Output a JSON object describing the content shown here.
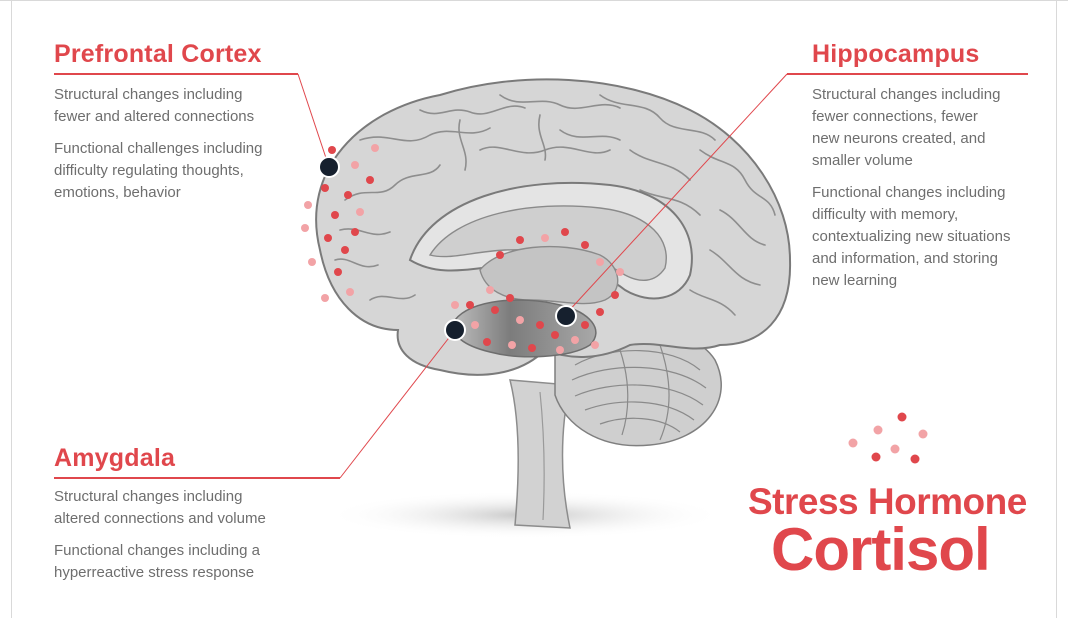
{
  "regions": {
    "prefrontal": {
      "title": "Prefrontal Cortex",
      "structural": [
        "Structural changes including",
        "fewer and altered connections"
      ],
      "functional": [
        "Functional challenges including",
        "difficulty regulating thoughts,",
        "emotions, behavior"
      ]
    },
    "hippocampus": {
      "title": "Hippocampus",
      "structural": [
        "Structural changes including",
        "fewer connections, fewer",
        "new neurons created, and",
        "smaller volume"
      ],
      "functional": [
        "Functional changes including",
        "difficulty with memory,",
        "contextualizing new situations",
        "and information, and storing",
        "new learning"
      ]
    },
    "amygdala": {
      "title": "Amygdala",
      "structural": [
        "Structural changes including",
        "altered connections and volume"
      ],
      "functional": [
        "Functional changes including a",
        "hyperreactive stress response"
      ]
    }
  },
  "brand": {
    "line1": "Stress Hormone",
    "line2": "Cortisol"
  },
  "colors": {
    "accent": "#e0474c",
    "marker": "#16202e",
    "text": "#6e6e6e",
    "brain": "#d6d6d6"
  }
}
